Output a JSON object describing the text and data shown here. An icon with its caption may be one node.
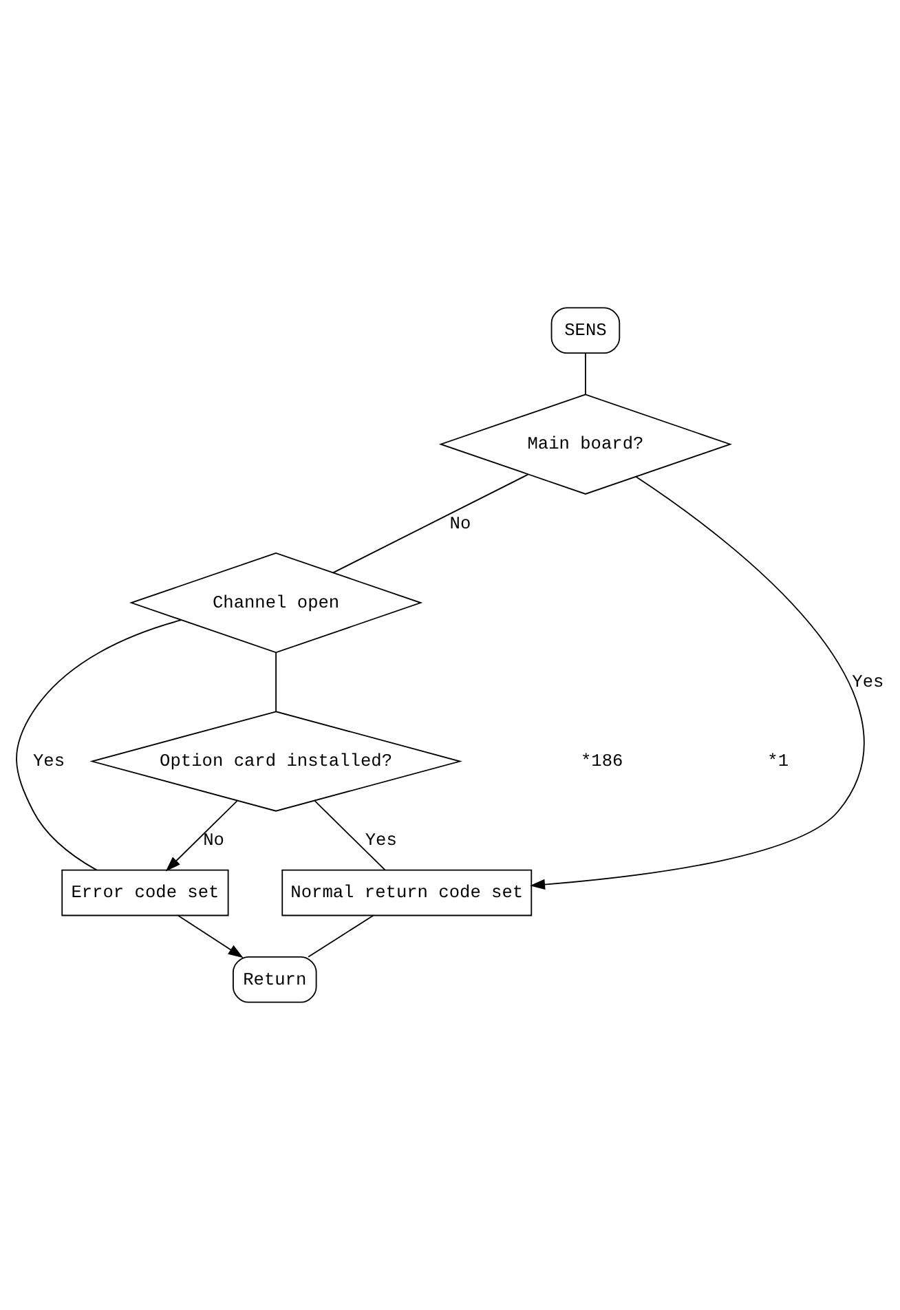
{
  "diagram": {
    "nodes": [
      {
        "text": [
          "SENS"
        ]
      },
      {
        "text": [
          "Main board?"
        ]
      },
      {
        "text": [
          "Channel open"
        ]
      },
      {
        "text": [
          "Option card installed?"
        ]
      },
      {
        "text": [
          "Normal return code set"
        ]
      },
      {
        "text": [
          "Error code set"
        ]
      },
      {
        "text": [
          "Return"
        ]
      }
    ],
    "edges": [
      {
        "from": 0,
        "to": 1,
        "arrow": "none"
      },
      {
        "from": 1,
        "to": 2,
        "arrow": "none",
        "label": "No"
      },
      {
        "from": 1,
        "to": 4,
        "arrow": "to",
        "label": "Yes"
      },
      {
        "from": 2,
        "to": 3,
        "arrow": "none"
      },
      {
        "from": 2,
        "to": 5,
        "arrow": "none",
        "label": "Yes"
      },
      {
        "from": 3,
        "to": 5,
        "arrow": "to",
        "label": "No"
      },
      {
        "from": 3,
        "to": 4,
        "arrow": "none",
        "label": "Yes"
      },
      {
        "from": 4,
        "to": 6,
        "arrow": "none"
      },
      {
        "from": 5,
        "to": 6,
        "arrow": "to"
      }
    ],
    "labels": [
      "*186",
      "*1"
    ]
  }
}
